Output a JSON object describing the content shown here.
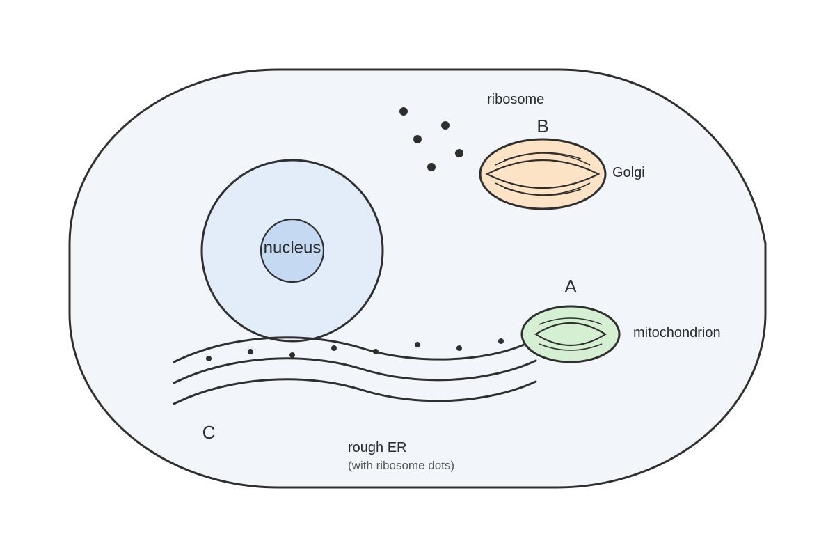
{
  "labels": {
    "ribosome": "ribosome",
    "letter_b": "B",
    "golgi": "Golgi",
    "nucleus": "nucleus",
    "letter_a": "A",
    "mitochondrion": "mitochondrion",
    "letter_c": "C",
    "rough_er": "rough ER",
    "rough_er_note": "(with ribosome dots)"
  },
  "colors": {
    "cell_fill": "#f2f6fb",
    "outline": "#2f2f2f",
    "nucleus_fill": "#e3edfa",
    "nucleolus_fill": "#c6d9f3",
    "golgi_fill": "#fde3c6",
    "mitochondrion_fill": "#d5efd3",
    "dot": "#2f2f2f"
  }
}
